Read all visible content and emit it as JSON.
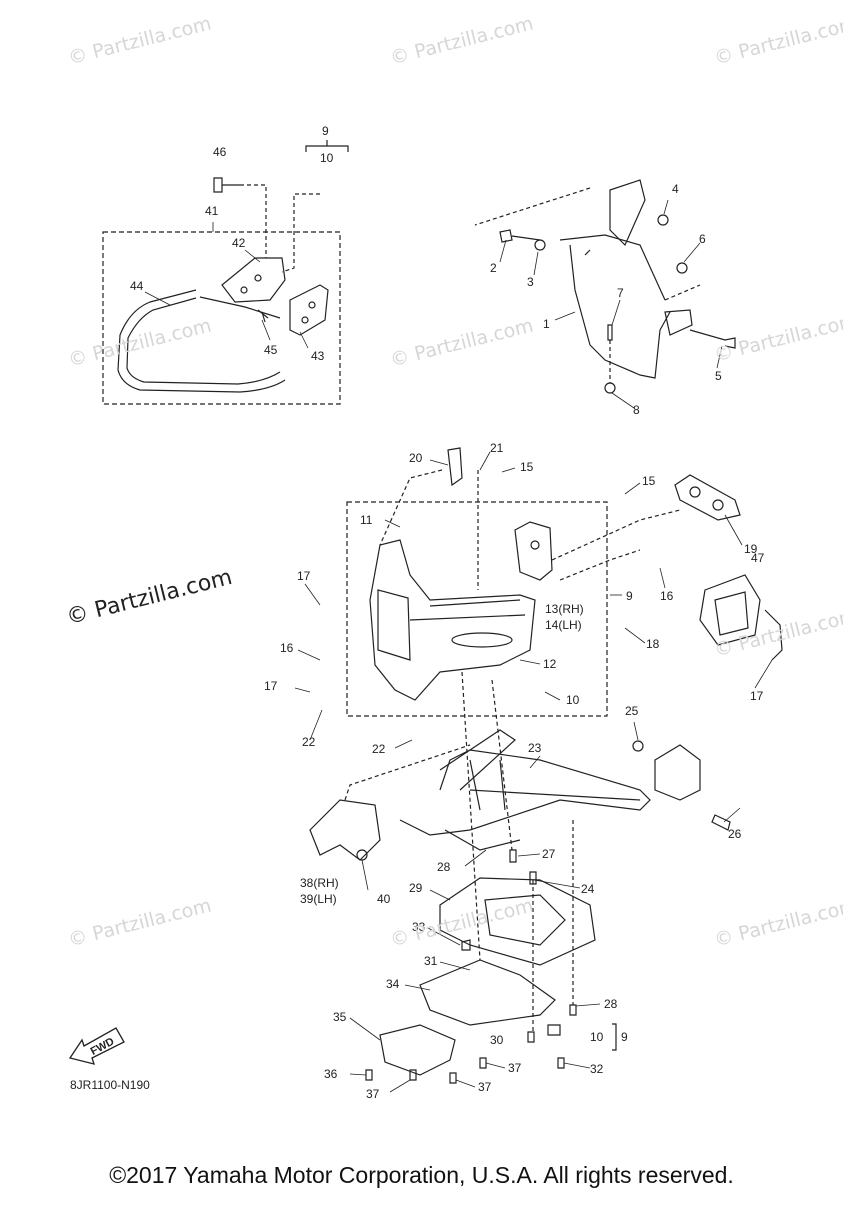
{
  "diagram": {
    "watermark": "© Partzilla.com",
    "main_watermark": "© Partzilla.com",
    "diagram_code": "8JR1100-N190",
    "fwd_label": "FWD",
    "copyright": "©2017 Yamaha Motor Corporation, U.S.A. All rights reserved.",
    "callouts": {
      "c1": "1",
      "c2": "2",
      "c3": "3",
      "c4": "4",
      "c5": "5",
      "c6": "6",
      "c7": "7",
      "c8": "8",
      "c9a": "9",
      "c9b": "9",
      "c9c": "9",
      "c10a": "10",
      "c10b": "10",
      "c10c": "10",
      "c11": "11",
      "c12": "12",
      "c13": "13(RH)",
      "c14": "14(LH)",
      "c15a": "15",
      "c15b": "15",
      "c16a": "16",
      "c16b": "16",
      "c17a": "17",
      "c17b": "17",
      "c17c": "17",
      "c18": "18",
      "c19": "19",
      "c20": "20",
      "c21": "21",
      "c22a": "22",
      "c22b": "22",
      "c23": "23",
      "c24": "24",
      "c25": "25",
      "c26": "26",
      "c27": "27",
      "c28a": "28",
      "c28b": "28",
      "c29": "29",
      "c30": "30",
      "c31": "31",
      "c32": "32",
      "c33": "33",
      "c34": "34",
      "c35": "35",
      "c36": "36",
      "c37a": "37",
      "c37b": "37",
      "c37c": "37",
      "c38": "38(RH)",
      "c39": "39(LH)",
      "c40": "40",
      "c41": "41",
      "c42": "42",
      "c43": "43",
      "c44": "44",
      "c45": "45",
      "c46": "46",
      "c47": "47"
    }
  }
}
